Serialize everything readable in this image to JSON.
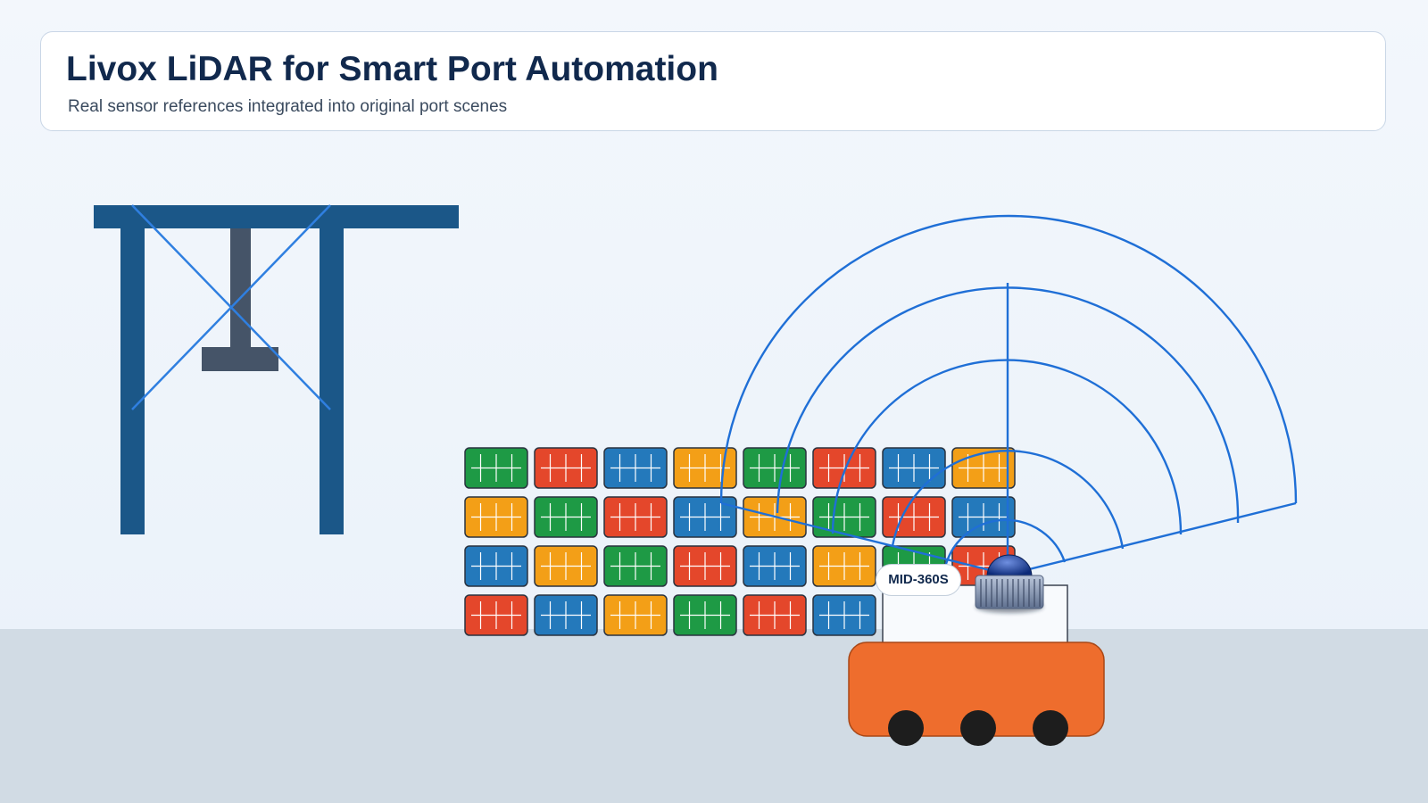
{
  "header": {
    "title": "Livox LiDAR for Smart Port Automation",
    "subtitle": "Real sensor references integrated into original port scenes"
  },
  "sensor": {
    "label": "MID-360S"
  },
  "containers": {
    "rows": [
      [
        "green",
        "red",
        "blue",
        "orange",
        "green",
        "red",
        "blue",
        "orange"
      ],
      [
        "orange",
        "green",
        "red",
        "blue",
        "orange",
        "green",
        "red",
        "blue"
      ],
      [
        "blue",
        "orange",
        "green",
        "red",
        "blue",
        "orange",
        "green",
        "red"
      ],
      [
        "red",
        "blue",
        "orange",
        "green",
        "red",
        "blue"
      ]
    ]
  },
  "colors": {
    "green": "#1e9a45",
    "red": "#e4472b",
    "blue": "#2479bb",
    "orange": "#f39f17",
    "crane": "#1b5788",
    "trolley": "#455468",
    "scan": "#1f6fd6",
    "vehicle": "#ee6d2d",
    "ground": "#d1dbe4",
    "title": "#11294d"
  },
  "icons": {
    "sensor": "lidar-sensor-icon"
  }
}
